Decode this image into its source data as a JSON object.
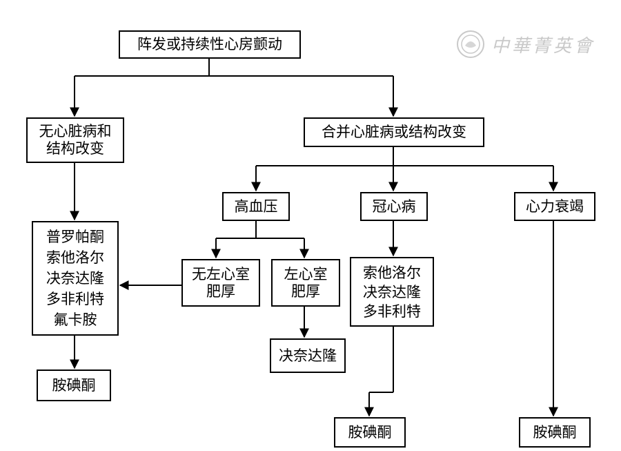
{
  "watermark": {
    "text": "中華菁英會"
  },
  "nodes": {
    "af": "阵发或持续性心房颤动",
    "no_heart_disease": "无心脏病和\n结构改变",
    "with_heart_disease": "合并心脏病或结构改变",
    "hypertension": "高血压",
    "chd": "冠心病",
    "heart_failure": "心力衰竭",
    "drugs_left": "普罗帕酮\n索他洛尔\n决奈达隆\n多非利特\n氟卡胺",
    "no_lvh": "无左心室\n肥厚",
    "lvh": "左心室\n肥厚",
    "drugs_chd": "索他洛尔\n决奈达隆\n多非利特",
    "dronedarone": "决奈达隆",
    "amiodarone_left": "胺碘酮",
    "amiodarone_mid": "胺碘酮",
    "amiodarone_right": "胺碘酮"
  },
  "colors": {
    "line": "#000000",
    "watermark": "#c9c9c9"
  }
}
